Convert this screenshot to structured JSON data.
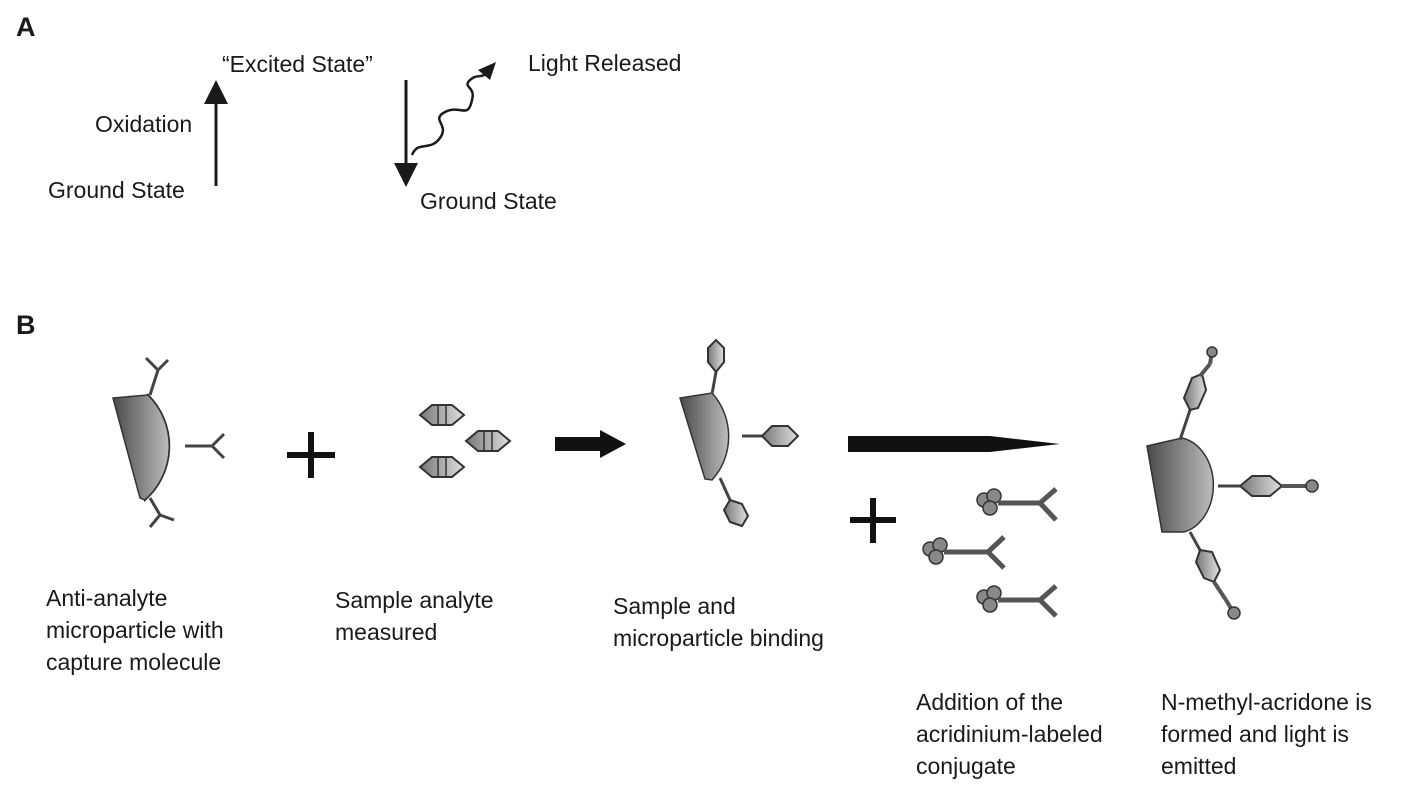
{
  "panel_a": {
    "letter": "A",
    "excited_state": "“Excited State”",
    "oxidation": "Oxidation",
    "ground_state_left": "Ground State",
    "light_released": "Light Released",
    "ground_state_right": "Ground State"
  },
  "panel_b": {
    "letter": "B",
    "captions": {
      "step1": "Anti-analyte\nmicroparticle with\ncapture molecule",
      "step2": "Sample analyte\nmeasured",
      "step3": "Sample and\n microparticle binding",
      "step4": "Addition of the\nacridinium-labeled\nconjugate",
      "step5": "N-methyl-acridone is\nformed and light is\nemitted"
    }
  },
  "colors": {
    "ink": "#1a1a1a",
    "particle_dark": "#4a4a4a",
    "particle_light": "#bdbdbd"
  }
}
